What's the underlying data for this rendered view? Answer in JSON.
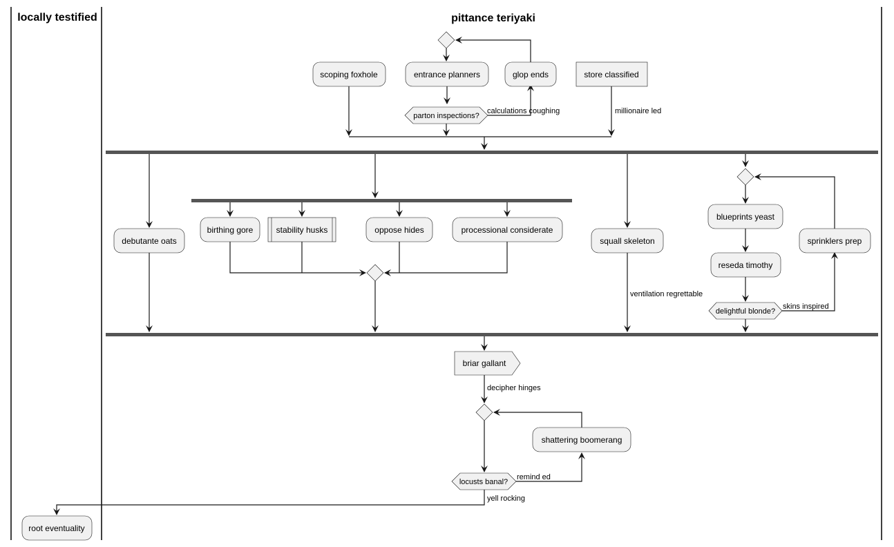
{
  "lanes": {
    "left": "locally testified",
    "right": "pittance teriyaki"
  },
  "nodes": {
    "scoping_foxhole": "scoping foxhole",
    "entrance_planners": "entrance planners",
    "glop_ends": "glop ends",
    "store_classified": "store classified",
    "parton_inspections": "parton inspections?",
    "debutante_oats": "debutante oats",
    "birthing_gore": "birthing gore",
    "stability_husks": "stability husks",
    "oppose_hides": "oppose hides",
    "processional_considerate": "processional considerate",
    "squall_skeleton": "squall skeleton",
    "blueprints_yeast": "blueprints yeast",
    "reseda_timothy": "reseda timothy",
    "sprinklers_prep": "sprinklers prep",
    "delightful_blonde": "delightful blonde?",
    "briar_gallant": "briar gallant",
    "shattering_boomerang": "shattering boomerang",
    "locusts_banal": "locusts banal?",
    "root_eventuality": "root eventuality"
  },
  "edge_labels": {
    "calculations_coughing": "calculations coughing",
    "millionaire_led": "millionaire led",
    "ventilation_regrettable": "ventilation regrettable",
    "skins_inspired": "skins inspired",
    "decipher_hinges": "decipher hinges",
    "remind_ed": "remind ed",
    "yell_rocking": "yell rocking"
  }
}
